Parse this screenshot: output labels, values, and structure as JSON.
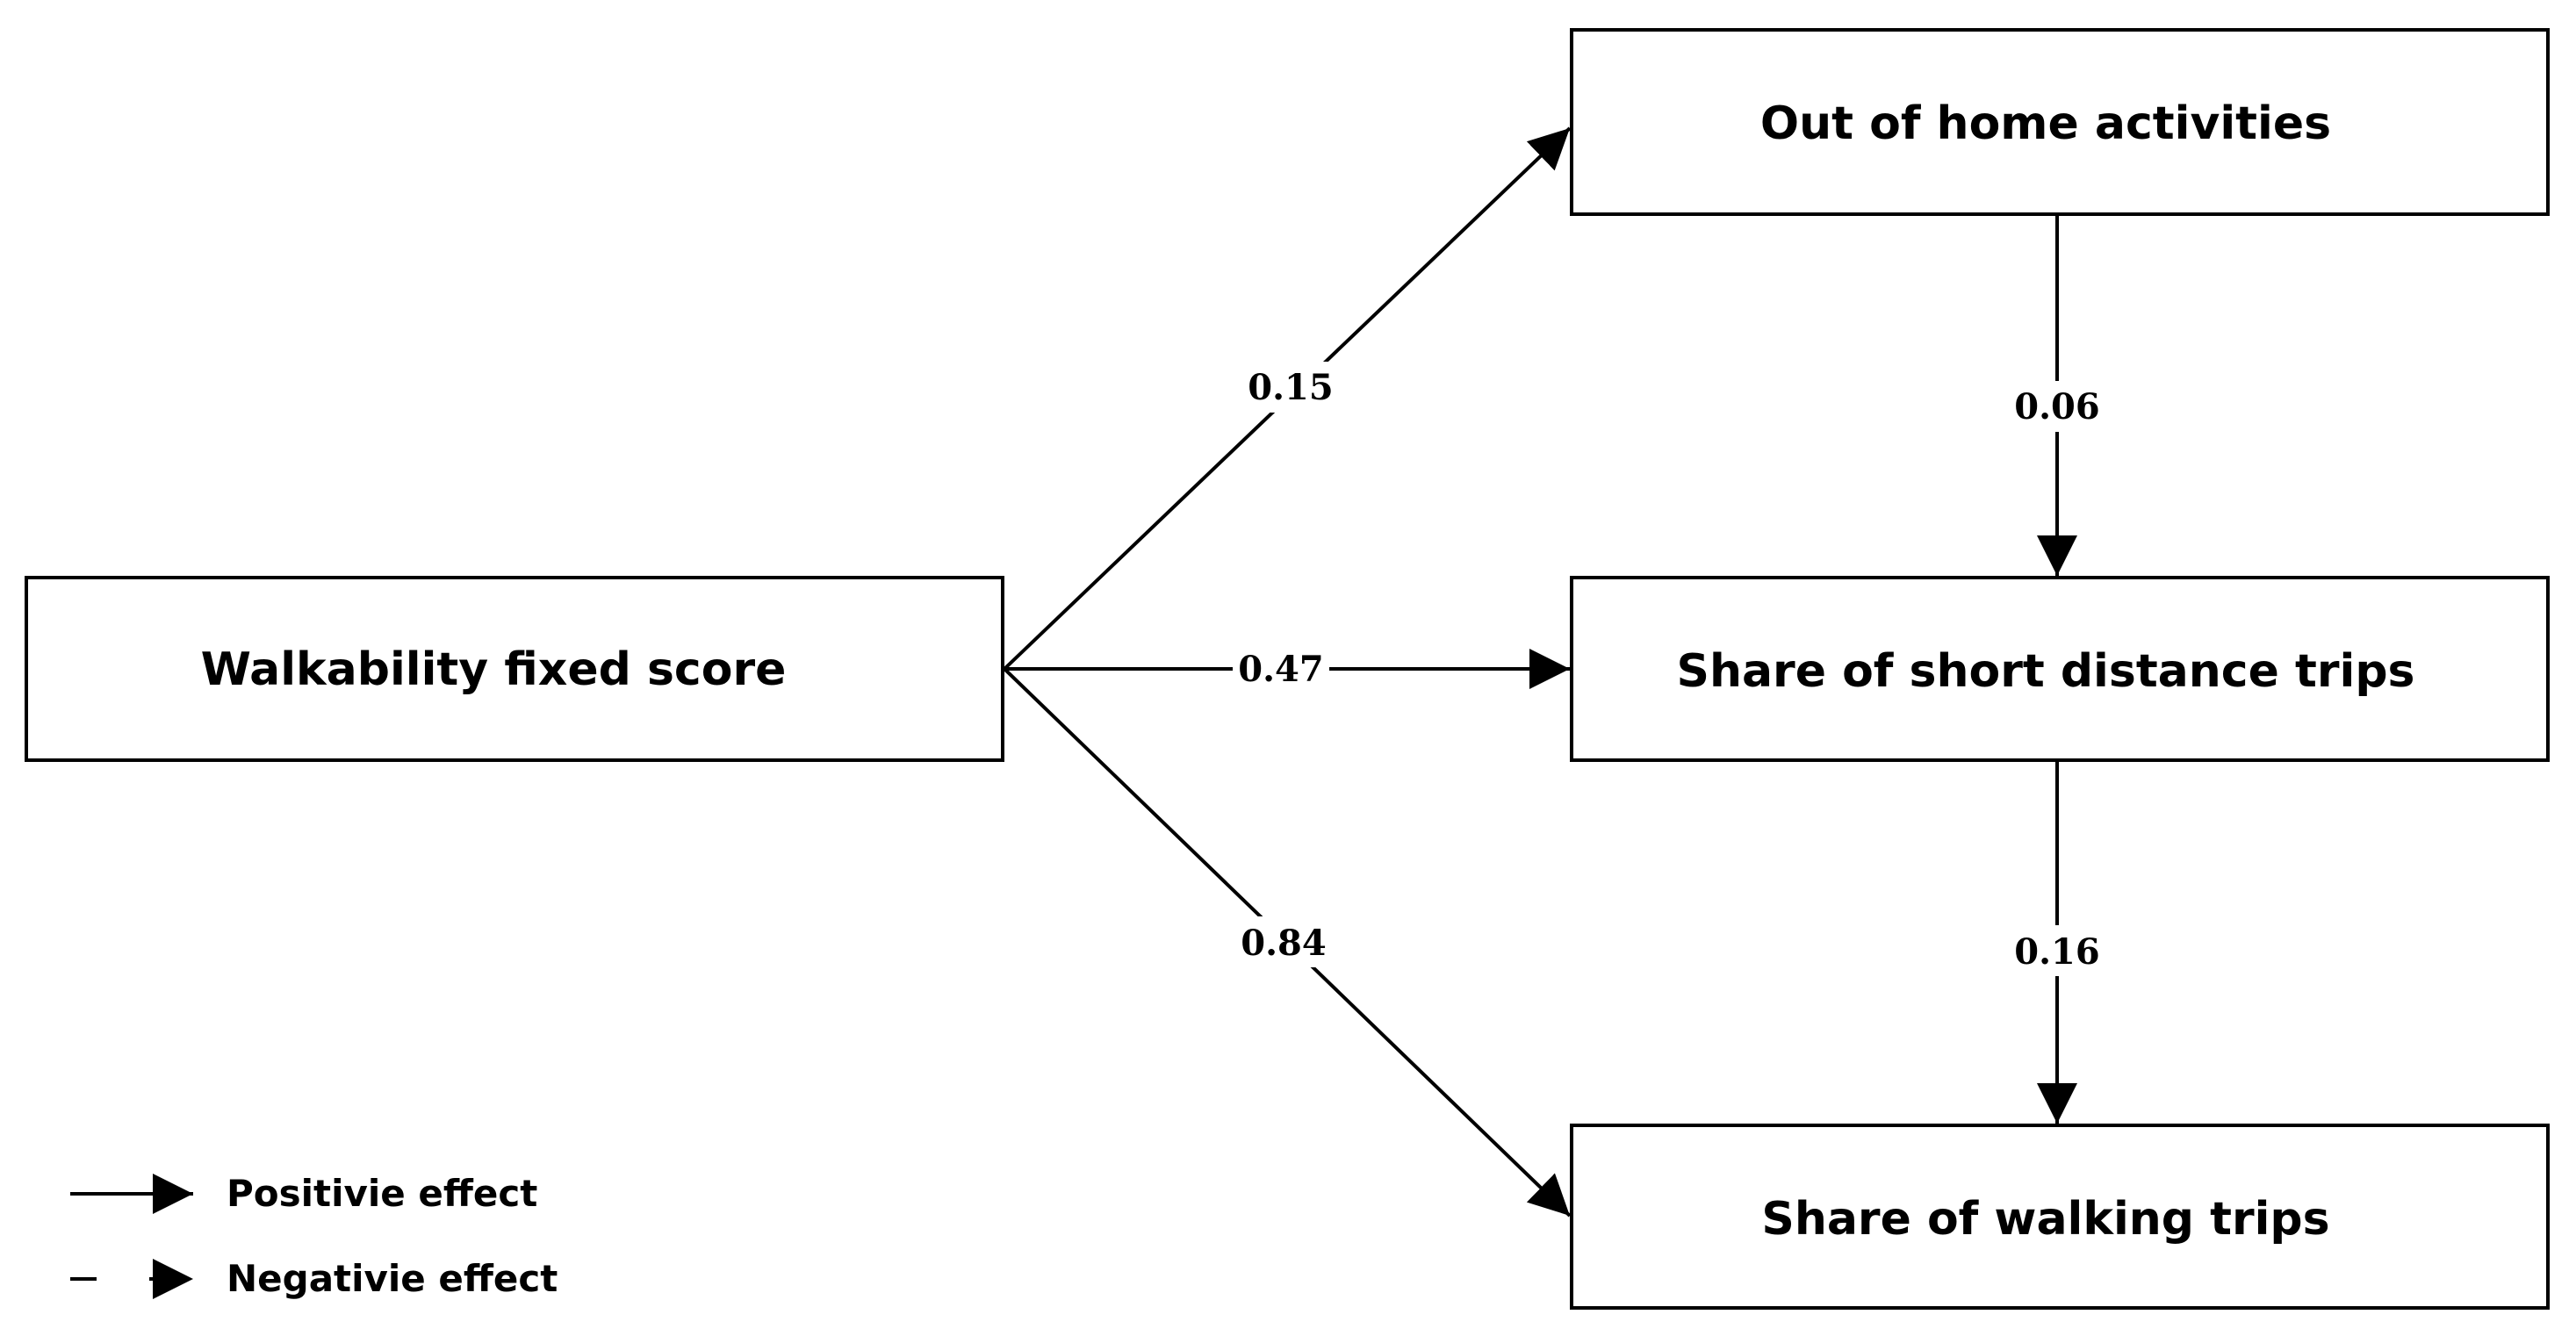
{
  "nodes": {
    "walkability": "Walkability fixed score",
    "out_of_home": "Out of home activities",
    "short_distance": "Share of short distance trips",
    "walking": "Share of walking trips"
  },
  "edges": {
    "walkability_to_out_of_home": "0.15",
    "walkability_to_short_distance": "0.47",
    "walkability_to_walking": "0.84",
    "out_of_home_to_short_distance": "0.06",
    "short_distance_to_walking": "0.16"
  },
  "legend": {
    "positive": "Positivie effect",
    "negative": "Negativie effect"
  }
}
